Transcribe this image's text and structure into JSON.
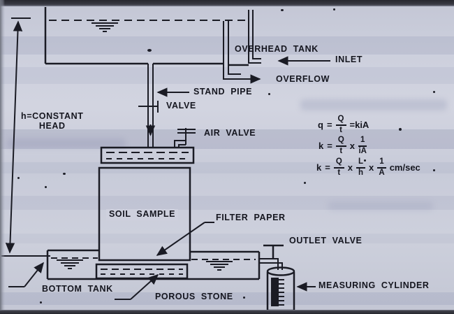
{
  "figure": {
    "labels": {
      "constant_head": "h=CONSTANT",
      "constant_head_2": "HEAD",
      "overhead_tank": "OVERHEAD TANK",
      "inlet": "INLET",
      "overflow": "OVERFLOW",
      "stand_pipe": "STAND PIPE",
      "valve": "VALVE",
      "air_valve": "AIR VALVE",
      "soil_sample": "SOIL SAMPLE",
      "filter_paper": "FILTER PAPER",
      "bottom_tank": "BOTTOM TANK",
      "porous_stone": "POROUS STONE",
      "outlet_valve": "OUTLET VALVE",
      "measuring_cylinder": "MEASURING CYLINDER"
    },
    "equations": {
      "eq1": {
        "lhs": "q",
        "eq": "=",
        "num1": "Q",
        "den1": "t",
        "rhs": "=kiA"
      },
      "eq2": {
        "lhs": "k",
        "eq": "=",
        "num1": "Q",
        "den1": "t",
        "op1": "x",
        "num2": "1",
        "den2": "iA"
      },
      "eq3": {
        "lhs": "k",
        "eq": "=",
        "num1": "Q",
        "den1": "t",
        "op1": "x",
        "num2": "L",
        "den2": "h",
        "op2": "x",
        "num3": "1",
        "den3": "A",
        "unit": "cm/sec"
      }
    },
    "colors": {
      "ink": "#1a1b24",
      "paper": "#c9ccd9"
    }
  }
}
